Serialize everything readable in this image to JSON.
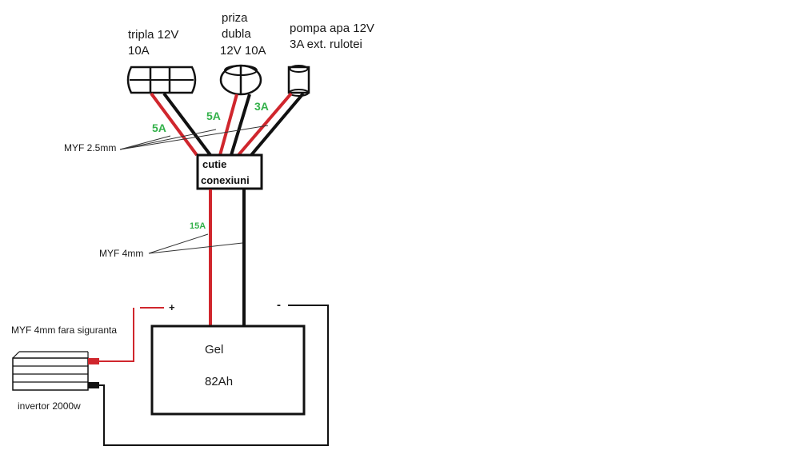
{
  "colors": {
    "positive_wire": "#d0262d",
    "negative_wire": "#111111",
    "amp_label": "#33b14a",
    "thin_line": "#333333"
  },
  "devices": {
    "tripla": {
      "line1": "tripla 12V",
      "line2": "10A",
      "icon": "triple-socket-icon"
    },
    "priza": {
      "line1": "priza",
      "line2": "dubla",
      "line3": "12V 10A",
      "icon": "double-socket-icon"
    },
    "pompa": {
      "line1": "pompa apa 12V",
      "line2": "3A ext. rulotei",
      "icon": "pump-socket-icon"
    }
  },
  "amps": {
    "tripla": "5A",
    "priza": "5A",
    "pompa": "3A",
    "main": "15A"
  },
  "cables": {
    "thin": "MYF 2.5mm",
    "main": "MYF 4mm",
    "inverter": "MYF 4mm fara siguranta"
  },
  "junction_box": {
    "line1": "cutie",
    "line2": "conexiuni"
  },
  "battery": {
    "type": "Gel",
    "capacity": "82Ah"
  },
  "polarity": {
    "plus": "+",
    "minus": "-"
  },
  "inverter": {
    "label": "invertor 2000w",
    "icon": "inverter-icon"
  }
}
